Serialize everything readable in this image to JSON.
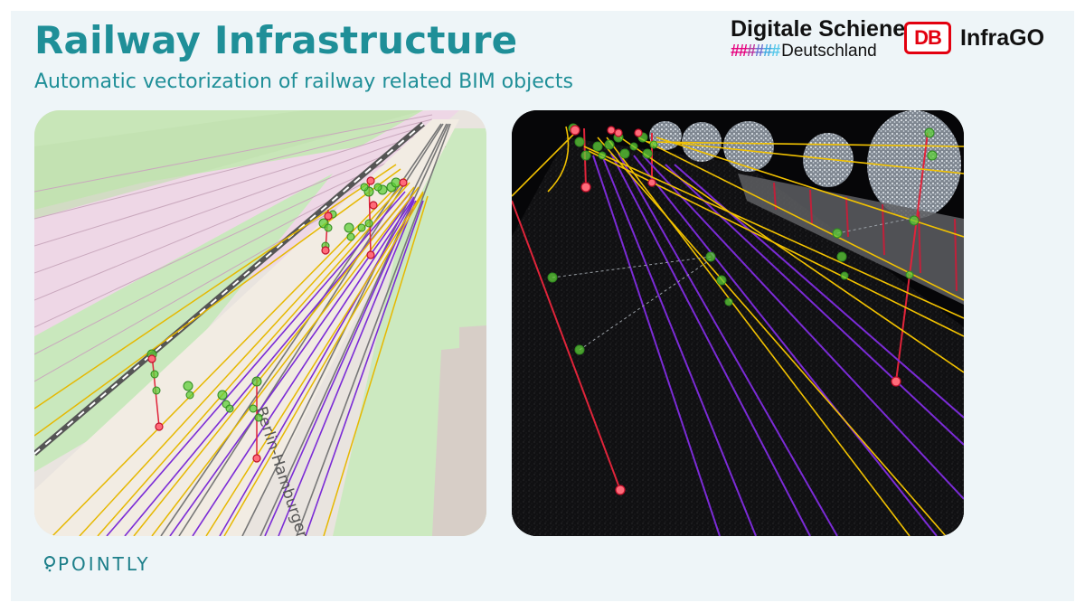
{
  "header": {
    "title": "Railway Infrastructure",
    "subtitle": "Automatic vectorization of railway related BIM objects"
  },
  "logos": {
    "digitale_schiene_name": "Digitale Schiene",
    "digitale_schiene_hashes": "######",
    "digitale_schiene_country": "Deutschland",
    "db_logo": "DB",
    "infrago": "InfraGO"
  },
  "left_panel": {
    "map_label": "Berlin-Hamburger Ba"
  },
  "footer": {
    "brand": "POINTLY"
  },
  "colors": {
    "accent": "#1f8f98",
    "db_red": "#e3000f",
    "track_purple": "#7b2bd6",
    "wire_yellow": "#f2c200",
    "pole_red": "#e0243a",
    "node_green": "#5fcf3a",
    "hash_colors": [
      "#e6007e",
      "#e6007e",
      "#b8369f",
      "#6b6fd0",
      "#3fa9e0",
      "#56c8ea"
    ]
  }
}
